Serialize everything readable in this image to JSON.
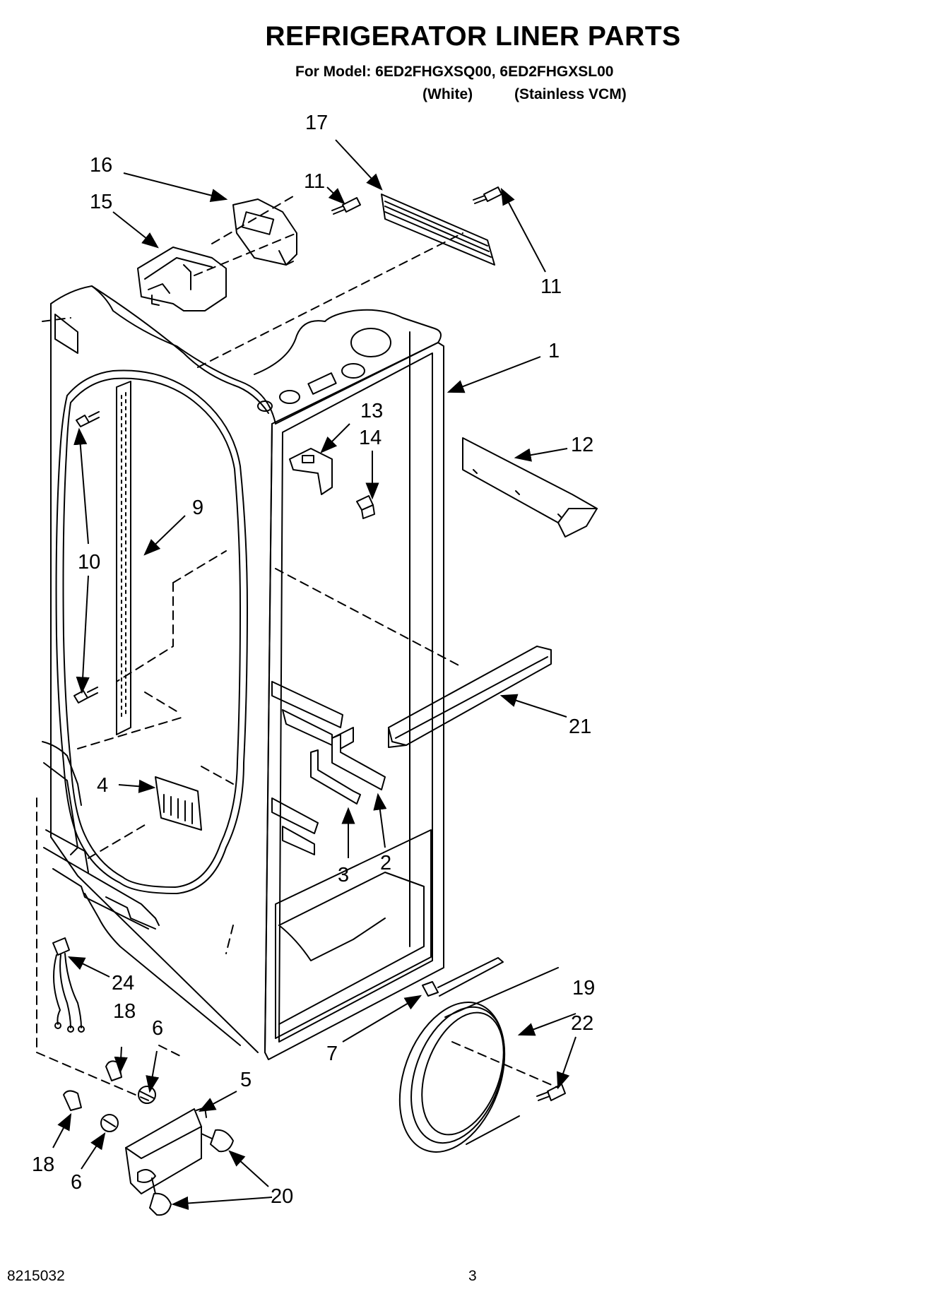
{
  "header": {
    "title": "REFRIGERATOR LINER PARTS",
    "model_line": "For Model: 6ED2FHGXSQ00, 6ED2FHGXSL00",
    "variant_white": "(White)",
    "variant_stainless": "(Stainless VCM)"
  },
  "callouts": {
    "c1": "1",
    "c2": "2",
    "c3": "3",
    "c4": "4",
    "c5": "5",
    "c6a": "6",
    "c6b": "6",
    "c7": "7",
    "c9": "9",
    "c10": "10",
    "c11a": "11",
    "c11b": "11",
    "c12": "12",
    "c13": "13",
    "c14": "14",
    "c15": "15",
    "c16": "16",
    "c17": "17",
    "c18a": "18",
    "c18b": "18",
    "c19": "19",
    "c20": "20",
    "c21": "21",
    "c22": "22",
    "c24": "24"
  },
  "footer": {
    "code": "8215032",
    "page": "3"
  }
}
